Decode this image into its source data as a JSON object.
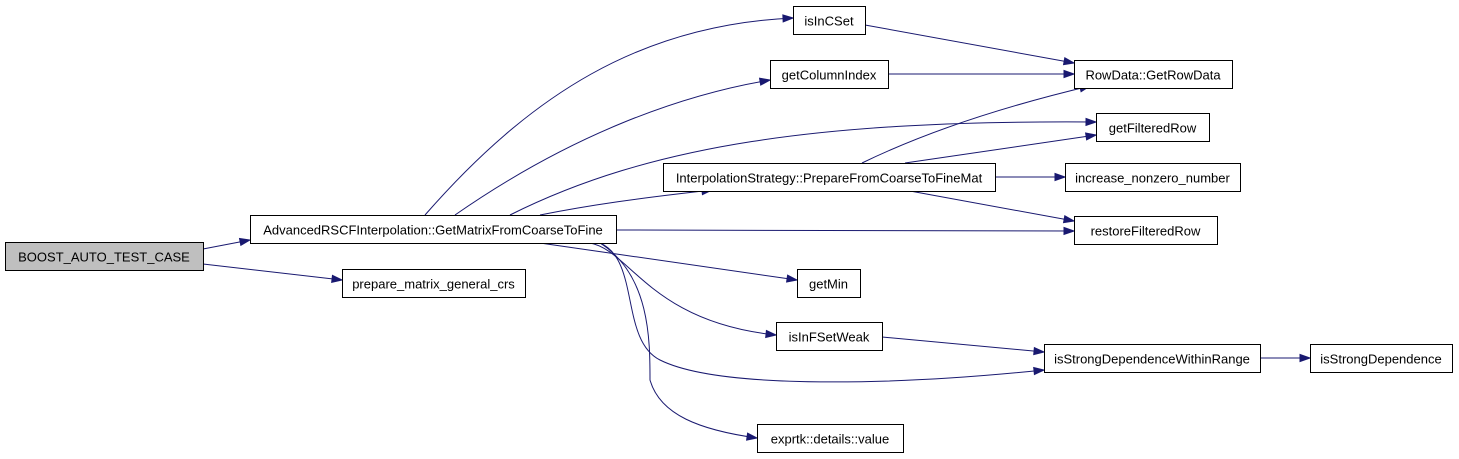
{
  "graph": {
    "edge_color": "#191970",
    "root_fill": "#bfbfbf",
    "nodes": [
      {
        "id": "boost",
        "label": "BOOST_AUTO_TEST_CASE",
        "root": true
      },
      {
        "id": "advanced",
        "label": "AdvancedRSCFInterpolation::GetMatrixFromCoarseToFine"
      },
      {
        "id": "prepare",
        "label": "prepare_matrix_general_crs"
      },
      {
        "id": "isincset",
        "label": "isInCSet"
      },
      {
        "id": "getcolumn",
        "label": "getColumnIndex"
      },
      {
        "id": "interp",
        "label": "InterpolationStrategy::PrepareFromCoarseToFineMat"
      },
      {
        "id": "getmin",
        "label": "getMin"
      },
      {
        "id": "isinfset",
        "label": "isInFSetWeak"
      },
      {
        "id": "exprtk",
        "label": "exprtk::details::value"
      },
      {
        "id": "rowdata",
        "label": "RowData::GetRowData"
      },
      {
        "id": "getfiltered",
        "label": "getFilteredRow"
      },
      {
        "id": "increase",
        "label": "increase_nonzero_number"
      },
      {
        "id": "restore",
        "label": "restoreFilteredRow"
      },
      {
        "id": "isstrongwr",
        "label": "isStrongDependenceWithinRange"
      },
      {
        "id": "isstrong",
        "label": "isStrongDependence"
      }
    ],
    "edges": [
      {
        "from": "boost",
        "to": "advanced"
      },
      {
        "from": "boost",
        "to": "prepare"
      },
      {
        "from": "advanced",
        "to": "isincset"
      },
      {
        "from": "advanced",
        "to": "getcolumn"
      },
      {
        "from": "advanced",
        "to": "getfiltered"
      },
      {
        "from": "advanced",
        "to": "interp"
      },
      {
        "from": "advanced",
        "to": "restore"
      },
      {
        "from": "advanced",
        "to": "getmin"
      },
      {
        "from": "advanced",
        "to": "isinfset"
      },
      {
        "from": "advanced",
        "to": "isstrongwr"
      },
      {
        "from": "advanced",
        "to": "exprtk"
      },
      {
        "from": "isincset",
        "to": "rowdata"
      },
      {
        "from": "getcolumn",
        "to": "rowdata"
      },
      {
        "from": "interp",
        "to": "rowdata"
      },
      {
        "from": "interp",
        "to": "getfiltered"
      },
      {
        "from": "interp",
        "to": "increase"
      },
      {
        "from": "interp",
        "to": "restore"
      },
      {
        "from": "isinfset",
        "to": "isstrongwr"
      },
      {
        "from": "isstrongwr",
        "to": "isstrong"
      }
    ]
  }
}
